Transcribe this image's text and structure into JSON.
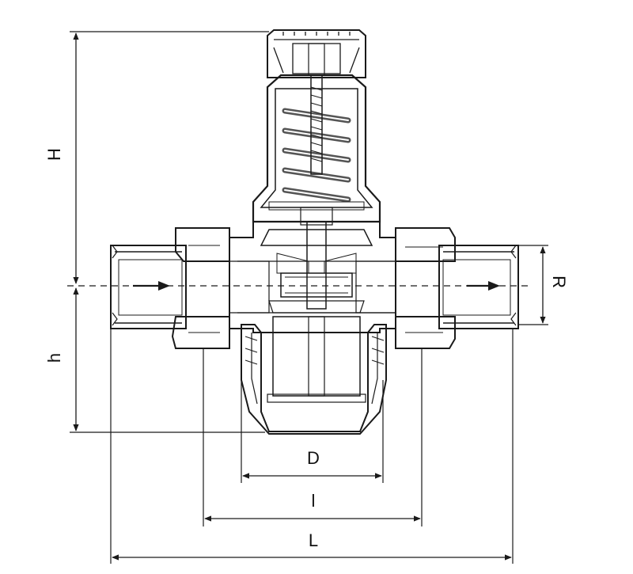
{
  "dimensions": {
    "H": "H",
    "h": "h",
    "R": "R",
    "D": "D",
    "l": "l",
    "L": "L"
  },
  "colors": {
    "line": "#1a1a1a",
    "body_fill": "#dcdcdc",
    "body_dark": "#8a8a8a",
    "background": "#ffffff"
  }
}
